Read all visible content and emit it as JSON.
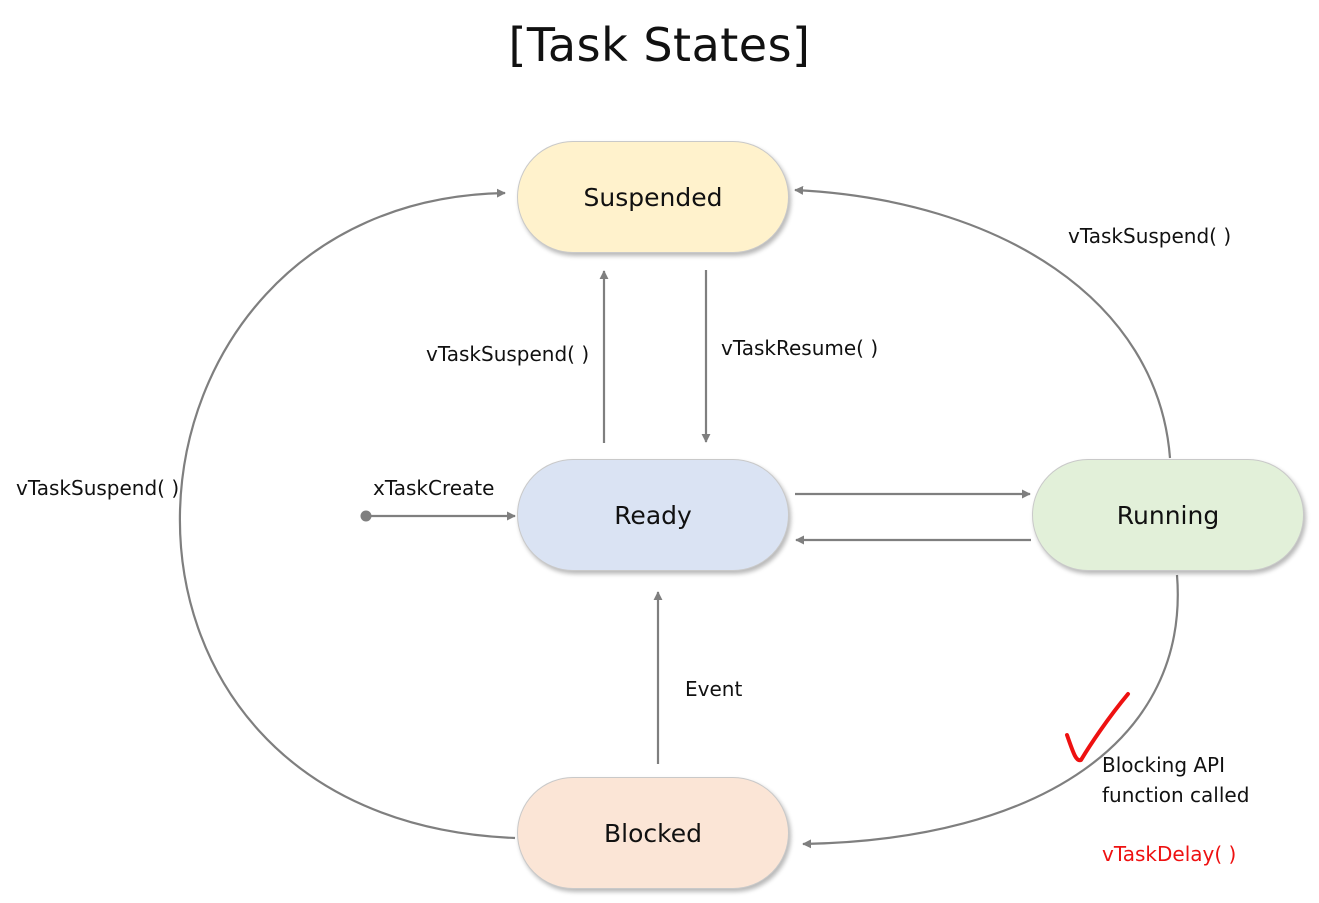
{
  "title": "[Task States]",
  "states": {
    "suspended": {
      "label": "Suspended",
      "color": "#fff2cc"
    },
    "ready": {
      "label": "Ready",
      "color": "#dae3f3"
    },
    "running": {
      "label": "Running",
      "color": "#e2f0d9"
    },
    "blocked": {
      "label": "Blocked",
      "color": "#fbe5d6"
    }
  },
  "transitions": {
    "ready_to_suspended": "vTaskSuspend( )",
    "suspended_to_ready": "vTaskResume( )",
    "running_to_suspended": "vTaskSuspend( )",
    "blocked_to_suspended": "vTaskSuspend( )",
    "create_to_ready": "xTaskCreate",
    "blocked_to_ready": "Event",
    "running_to_blocked": {
      "line1": "Blocking API",
      "line2": "function called",
      "example": "vTaskDelay( )"
    }
  },
  "colors": {
    "arrow": "#7f7f7f",
    "checkmark": "#ee1111",
    "highlight_text": "#ee1111"
  }
}
